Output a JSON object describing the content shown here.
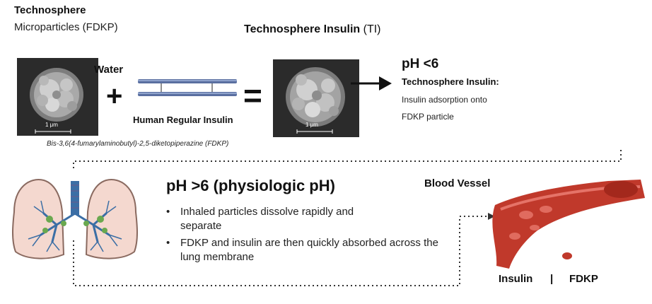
{
  "titles": {
    "technosphere": "Technosphere",
    "microparticles": "Microparticles (FDKP)",
    "ti_bold": "Technosphere Insulin",
    "ti_suffix": " (TI)"
  },
  "top_row": {
    "water": "Water",
    "plus": "+",
    "equals": "=",
    "human_regular_insulin": "Human Regular Insulin",
    "scale_bar_1": "1 μm",
    "scale_bar_2": "1 μm",
    "fdkp_fullname": "Bis-3,6(4-fumarylaminobutyl)-2,5-diketopiperazine (FDKP)"
  },
  "ph_low": {
    "title": "pH <6",
    "heading": "Technosphere Insulin:",
    "desc_line1": "Insulin adsorption onto",
    "desc_line2": "FDKP particle"
  },
  "ph_high": {
    "title": "pH >6 (physiologic pH)",
    "bullets": [
      {
        "marker": "•",
        "text": "Inhaled particles dissolve rapidly and separate"
      },
      {
        "marker": "•",
        "text": "FDKP and insulin are then quickly absorbed across the lung membrane"
      }
    ]
  },
  "blood_vessel": {
    "label": "Blood Vessel",
    "footer_insulin": "Insulin",
    "footer_sep": "|",
    "footer_fdkp": "FDKP"
  },
  "colors": {
    "vessel": "#c0392b",
    "lung_fill": "#f4d8cf",
    "lung_stroke": "#8a6a60",
    "bronchi": "#3b6ea5",
    "alveoli": "#6aa84f",
    "sem_bg": "#2b2b2b"
  }
}
